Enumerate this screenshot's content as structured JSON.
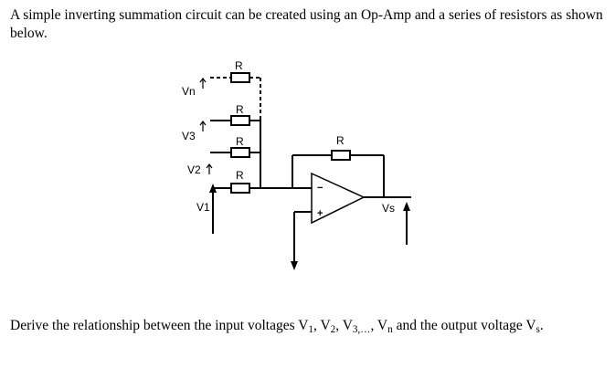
{
  "intro_text": "A simple inverting summation circuit can be created using an Op-Amp and a series of resistors as shown below.",
  "question": {
    "prefix": "Derive the relationship between the input voltages V",
    "s1": "1",
    "c1": ", V",
    "s2": "2",
    "c2": ", V",
    "s3": "3,…",
    "c3": ", V",
    "sn": "n",
    "mid": " and the output voltage V",
    "ss": "s",
    "end": "."
  },
  "circuit": {
    "resistor_label": "R",
    "inputs": {
      "vn": "Vn",
      "v3": "V3",
      "v2": "V2",
      "v1": "V1"
    },
    "output": "Vs",
    "minus": "−",
    "plus": "+"
  }
}
